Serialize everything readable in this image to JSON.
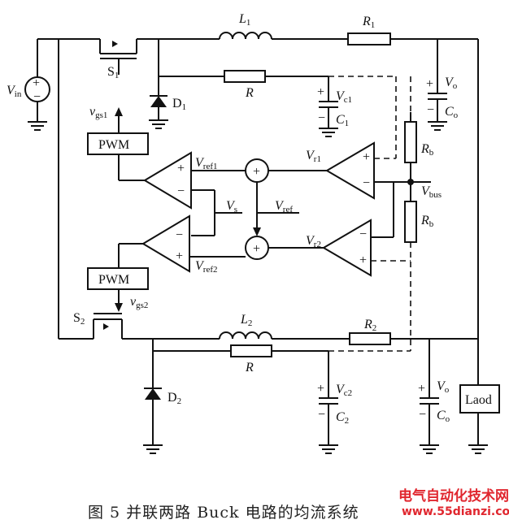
{
  "labels": {
    "L1": "L",
    "L1_sub": "1",
    "R1": "R",
    "R1_sub": "1",
    "Vin": "V",
    "Vin_sub": "in",
    "S1": "S",
    "S1_sub": "1",
    "D1": "D",
    "D1_sub": "1",
    "R_top": "R",
    "Vc1": "V",
    "Vc1_sub": "c1",
    "C1": "C",
    "C1_sub": "1",
    "Vo_top": "V",
    "Vo_top_sub": "o",
    "Co_top": "C",
    "Co_top_sub": "o",
    "vgs1": "v",
    "vgs1_sub": "gs1",
    "pwm1": "PWM",
    "Vref1": "V",
    "Vref1_sub": "ref1",
    "Vr1": "V",
    "Vr1_sub": "r1",
    "Rb_top": "R",
    "Rb_top_sub": "b",
    "Vbus": "V",
    "Vbus_sub": "bus",
    "Vs": "V",
    "Vs_sub": "s",
    "Vref": "V",
    "Vref_sub": "ref",
    "Rb_bot": "R",
    "Rb_bot_sub": "b",
    "Vr2": "V",
    "Vr2_sub": "r2",
    "Vref2": "V",
    "Vref2_sub": "ref2",
    "pwm2": "PWM",
    "vgs2": "v",
    "vgs2_sub": "gs2",
    "S2": "S",
    "S2_sub": "2",
    "L2": "L",
    "L2_sub": "2",
    "R2": "R",
    "R2_sub": "2",
    "R_bot": "R",
    "D2": "D",
    "D2_sub": "2",
    "Vc2": "V",
    "Vc2_sub": "c2",
    "C2": "C",
    "C2_sub": "2",
    "Vo_bot": "V",
    "Vo_bot_sub": "o",
    "Co_bot": "C",
    "Co_bot_sub": "o",
    "load": "Laod",
    "plus": "+",
    "minus": "−"
  },
  "caption": "图 5   并联两路 Buck 电路的均流系统",
  "watermark": {
    "line1": "电气自动化技术网",
    "line2": "www.55dianzi.com",
    "color": "#e0262e"
  }
}
